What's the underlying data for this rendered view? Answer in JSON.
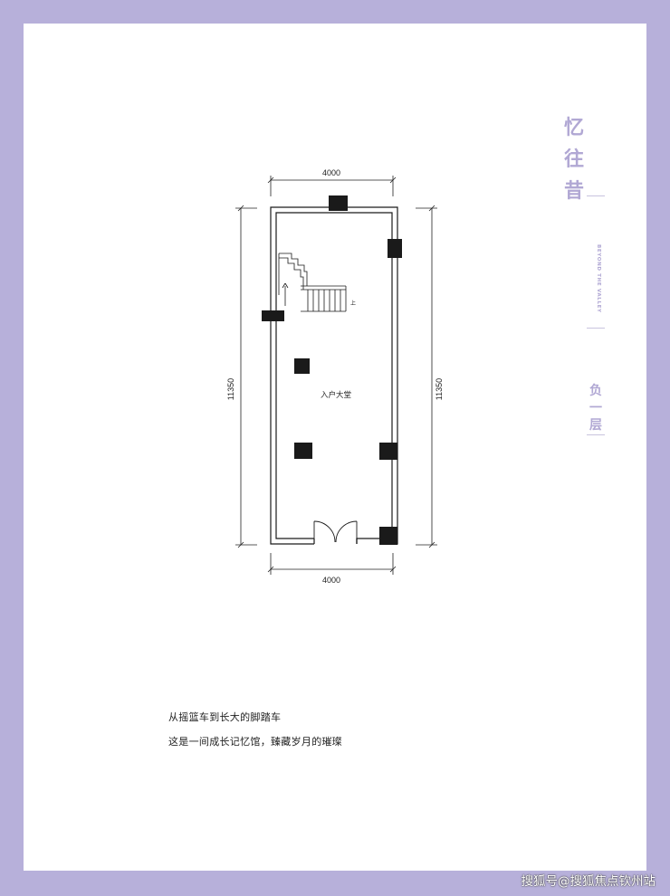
{
  "title_chars": [
    "忆",
    "往",
    "昔"
  ],
  "subtitle_en": "BEYOND THE VALLEY",
  "floor_chars": [
    "负",
    "一",
    "层"
  ],
  "plan": {
    "width_top": "4000",
    "width_bottom": "4000",
    "depth_left": "11350",
    "depth_right": "11350",
    "room_label": "入户大堂",
    "stair_mark": "上"
  },
  "caption": {
    "line1": "从摇篮车到长大的脚踏车",
    "line2": "这是一间成长记忆馆，臻藏岁月的璀璨"
  },
  "watermark": "搜狐号@搜狐焦点钦州站",
  "colors": {
    "frame": "#b7b0da",
    "accent": "#b1a8d4",
    "plan_line": "#1a1a1a"
  }
}
